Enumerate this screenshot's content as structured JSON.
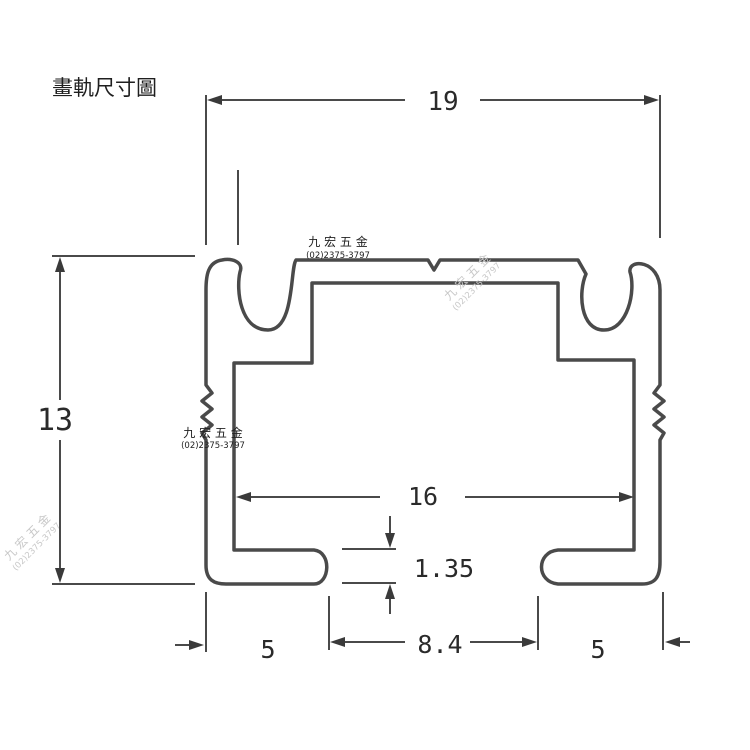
{
  "title": "畫軌尺寸圖",
  "dimensions": {
    "overall_width": "19",
    "height": "13",
    "inner_width": "16",
    "lip_thickness": "1.35",
    "slot_width": "8.4",
    "left_flange": "5",
    "right_flange": "5"
  },
  "watermark": {
    "brand": "九 宏 五 金",
    "phone": "(02)2375-3797"
  },
  "colors": {
    "line": "#4a4a4a",
    "text": "#2a2a2a"
  }
}
